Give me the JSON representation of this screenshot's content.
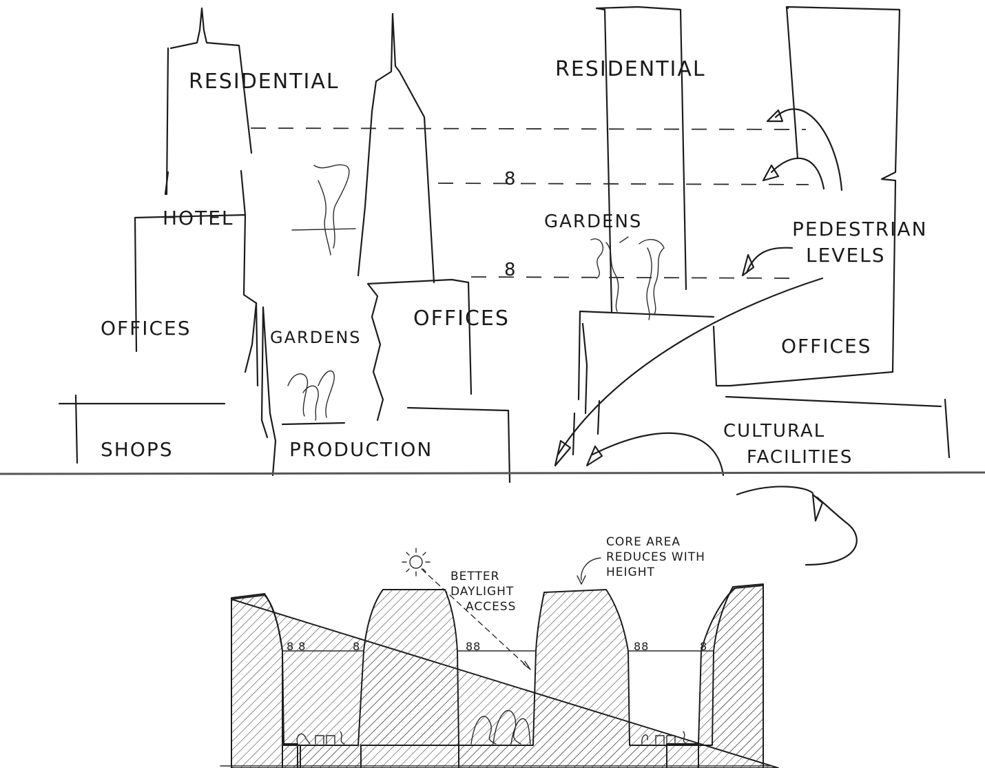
{
  "upper_section": {
    "labels": {
      "residential_left": "RESIDENTIAL",
      "residential_right": "RESIDENTIAL",
      "hotel": "HOTEL",
      "gardens_upper": "GARDENS",
      "pedestrian_levels": [
        "PEDESTRIAN",
        "LEVELS"
      ],
      "offices_left": "OFFICES",
      "gardens_middle": "GARDENS",
      "offices_middle": "OFFICES",
      "offices_right": "OFFICES",
      "shops": "SHOPS",
      "production": "PRODUCTION",
      "cultural_facilities": [
        "CULTURAL",
        "FACILITIES"
      ]
    }
  },
  "lower_section": {
    "labels": {
      "core_note": [
        "CORE AREA",
        "REDUCES WITH",
        "HEIGHT"
      ],
      "daylight_note": [
        "BETTER",
        "DAYLIGHT",
        "ACCESS"
      ]
    }
  }
}
